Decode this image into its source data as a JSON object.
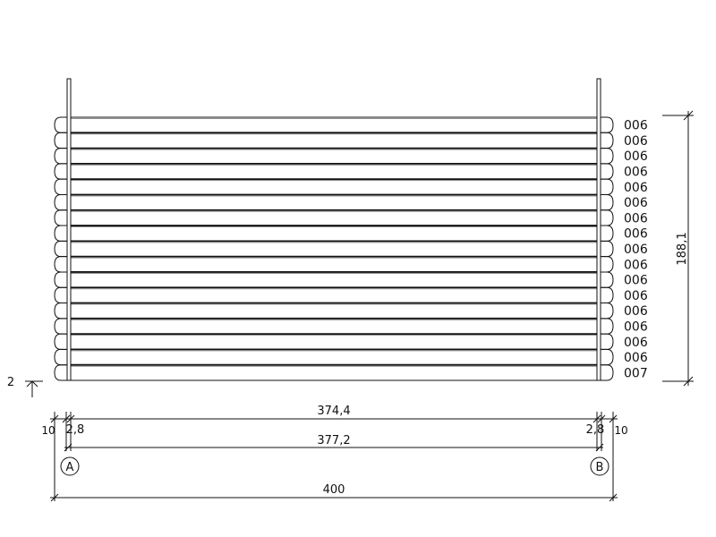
{
  "elevation": {
    "log_count": 17,
    "log_labels": [
      "006",
      "006",
      "006",
      "006",
      "006",
      "006",
      "006",
      "006",
      "006",
      "006",
      "006",
      "006",
      "006",
      "006",
      "006",
      "006",
      "007"
    ],
    "height_dimension": "188,1",
    "base_level": "2"
  },
  "dimensions": {
    "inner_length": "374,4",
    "axis_length": "377,2",
    "overall_length": "400",
    "left_overhang": "10",
    "right_overhang": "10",
    "left_post": "2,8",
    "right_post": "2,8"
  },
  "axes": {
    "left": "A",
    "right": "B"
  },
  "colors": {
    "line": "#111111",
    "background": "#ffffff"
  }
}
